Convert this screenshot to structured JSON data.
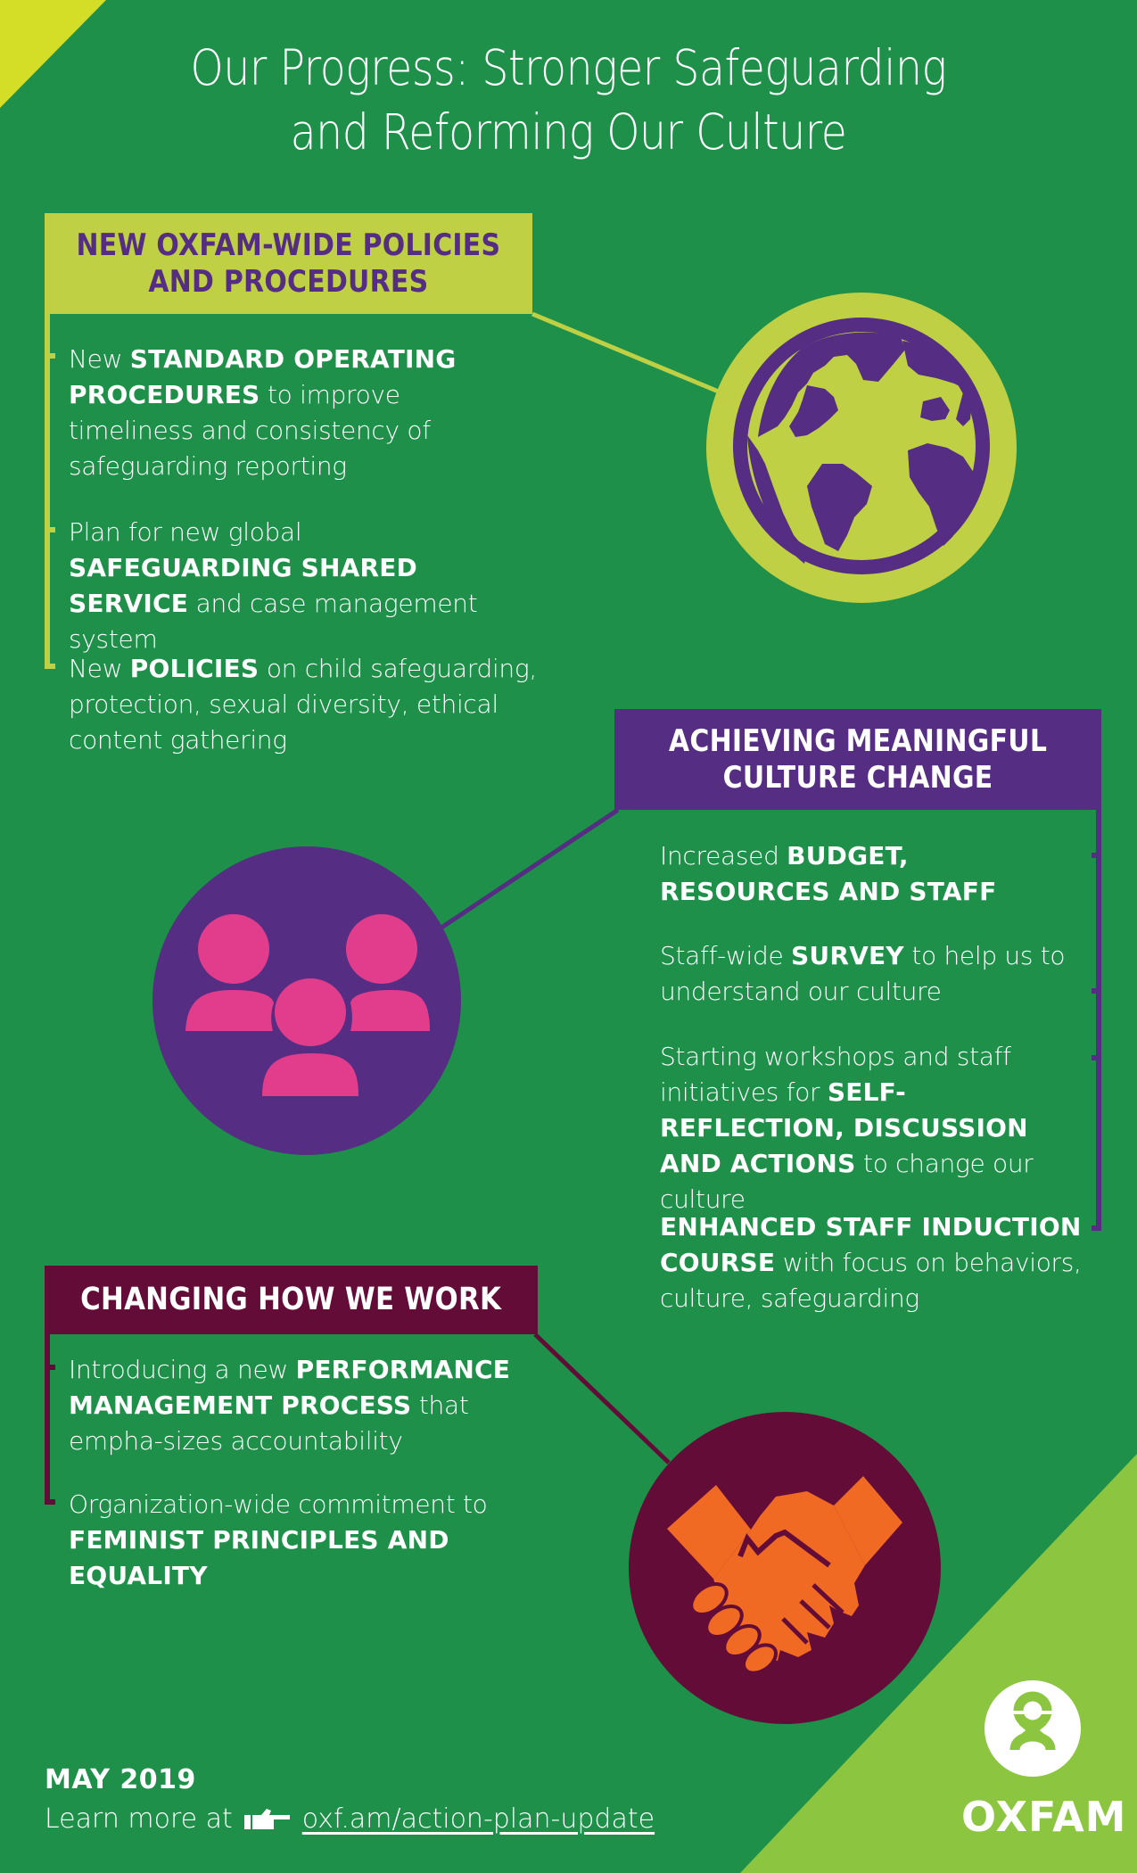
{
  "colors": {
    "background": "#1e9049",
    "lime": "#bfd045",
    "corner_yellow": "#d4de27",
    "purple": "#552d82",
    "pink": "#e13d8c",
    "maroon": "#640c38",
    "orange": "#f06a24",
    "light_green": "#8cc540",
    "white": "#ffffff"
  },
  "title": {
    "line1": "Our Progress: Stronger Safeguarding",
    "line2": "and Reforming Our Culture"
  },
  "sections": [
    {
      "heading_line1": "NEW OXFAM-WIDE POLICIES",
      "heading_line2": "AND PROCEDURES",
      "icon": "globe-icon",
      "items": [
        {
          "pre": "New ",
          "bold": "STANDARD OPERATING PROCEDURES",
          "post": " to improve timeliness and consistency of safeguarding reporting"
        },
        {
          "pre": "Plan for new global ",
          "bold": "SAFEGUARDING SHARED SERVICE",
          "post": " and case management system"
        },
        {
          "pre": "New ",
          "bold": "POLICIES",
          "post": " on child safeguarding, protection, sexual diversity, ethical content gathering"
        }
      ]
    },
    {
      "heading_line1": "ACHIEVING MEANINGFUL",
      "heading_line2": "CULTURE CHANGE",
      "icon": "people-group-icon",
      "items": [
        {
          "pre": "Increased ",
          "bold": "BUDGET, RESOURCES AND STAFF",
          "post": ""
        },
        {
          "pre": "Staff-wide ",
          "bold": "SURVEY",
          "post": " to help us to understand our culture"
        },
        {
          "pre": "Starting workshops and staff initiatives for ",
          "bold": "SELF-REFLECTION, DISCUSSION AND ACTIONS",
          "post": " to change our culture"
        },
        {
          "pre": "",
          "bold": "ENHANCED STAFF INDUCTION COURSE",
          "post": " with focus on behaviors, culture, safeguarding"
        }
      ]
    },
    {
      "heading_line1": "CHANGING HOW WE WORK",
      "heading_line2": "",
      "icon": "handshake-icon",
      "items": [
        {
          "pre": "Introducing a new ",
          "bold": "PERFORMANCE MANAGEMENT PROCESS",
          "post": " that empha-sizes accountability"
        },
        {
          "pre": "Organization-wide commitment to ",
          "bold": "FEMINIST PRINCIPLES AND EQUALITY",
          "post": ""
        }
      ]
    }
  ],
  "footer": {
    "date": "MAY 2019",
    "learn_more_label": "Learn more at",
    "pointer_icon": "pointing-hand-icon",
    "link_text": "oxf.am/action-plan-update"
  },
  "logo": {
    "icon": "oxfam-logo-icon",
    "wordmark": "OXFAM"
  }
}
